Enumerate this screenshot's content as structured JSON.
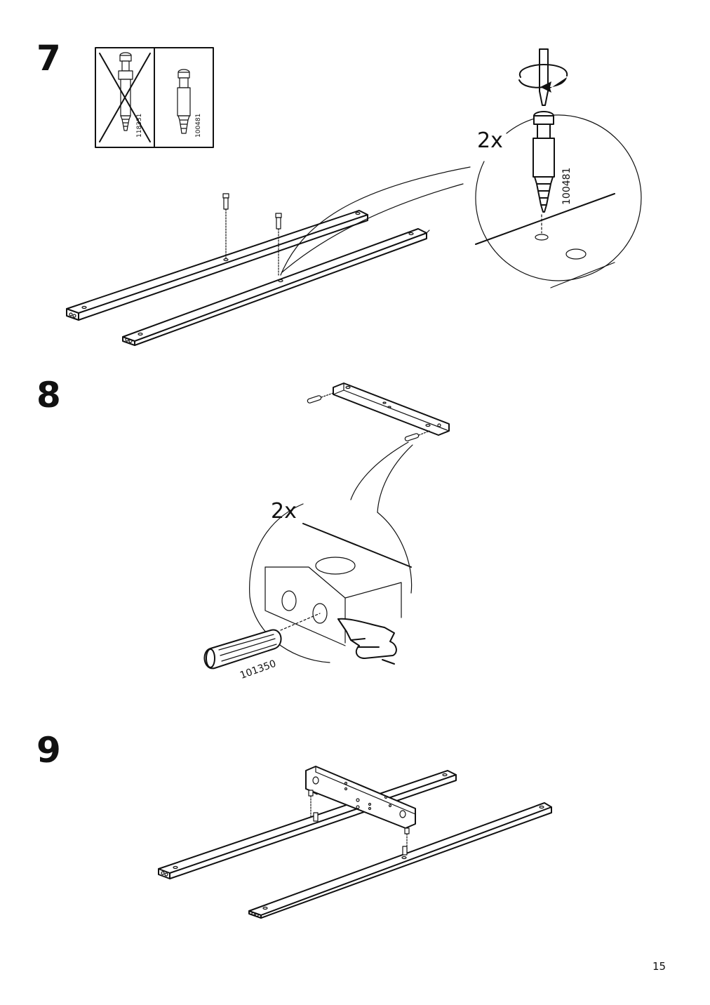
{
  "steps": [
    {
      "number": "7",
      "quantity": "2x",
      "parts": {
        "crossed_out": "118331",
        "correct": "100481",
        "detail": "100481"
      }
    },
    {
      "number": "8",
      "quantity": "2x",
      "parts": {
        "detail": "101350"
      }
    },
    {
      "number": "9"
    }
  ],
  "page_number": "15",
  "icons": {
    "rotate": "rotate-clockwise-icon",
    "screwdriver": "screwdriver-icon",
    "hand": "pressing-hand-icon",
    "cross": "cross-out-icon"
  }
}
